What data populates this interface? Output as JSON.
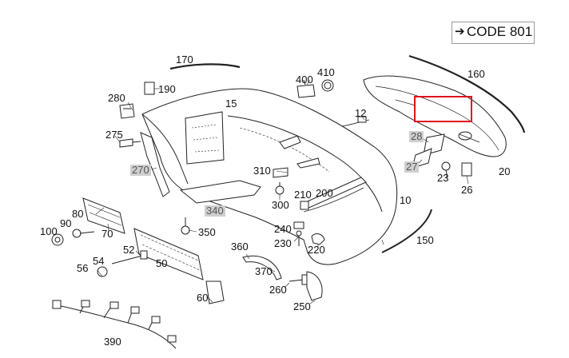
{
  "header": {
    "code_label": "CODE 801",
    "code_arrow_icon": "arrow-right-icon"
  },
  "highlight": {
    "color": "#e0121a"
  },
  "labels": {
    "p170": "170",
    "p190": "190",
    "p280": "280",
    "p15": "15",
    "p275": "275",
    "p270": "270",
    "p400": "400",
    "p410": "410",
    "p12": "12",
    "p160": "160",
    "p28": "28",
    "p27": "27",
    "p23": "23",
    "p26": "26",
    "p20": "20",
    "p310": "310",
    "p300": "300",
    "p210": "210",
    "p200": "200",
    "p10": "10",
    "p340": "340",
    "p350": "350",
    "p80": "80",
    "p90": "90",
    "p100": "100",
    "p70": "70",
    "p52": "52",
    "p50": "50",
    "p54": "54",
    "p56": "56",
    "p360": "360",
    "p370": "370",
    "p240": "240",
    "p230": "230",
    "p220": "220",
    "p150": "150",
    "p260": "260",
    "p250": "250",
    "p60": "60",
    "p390": "390"
  }
}
